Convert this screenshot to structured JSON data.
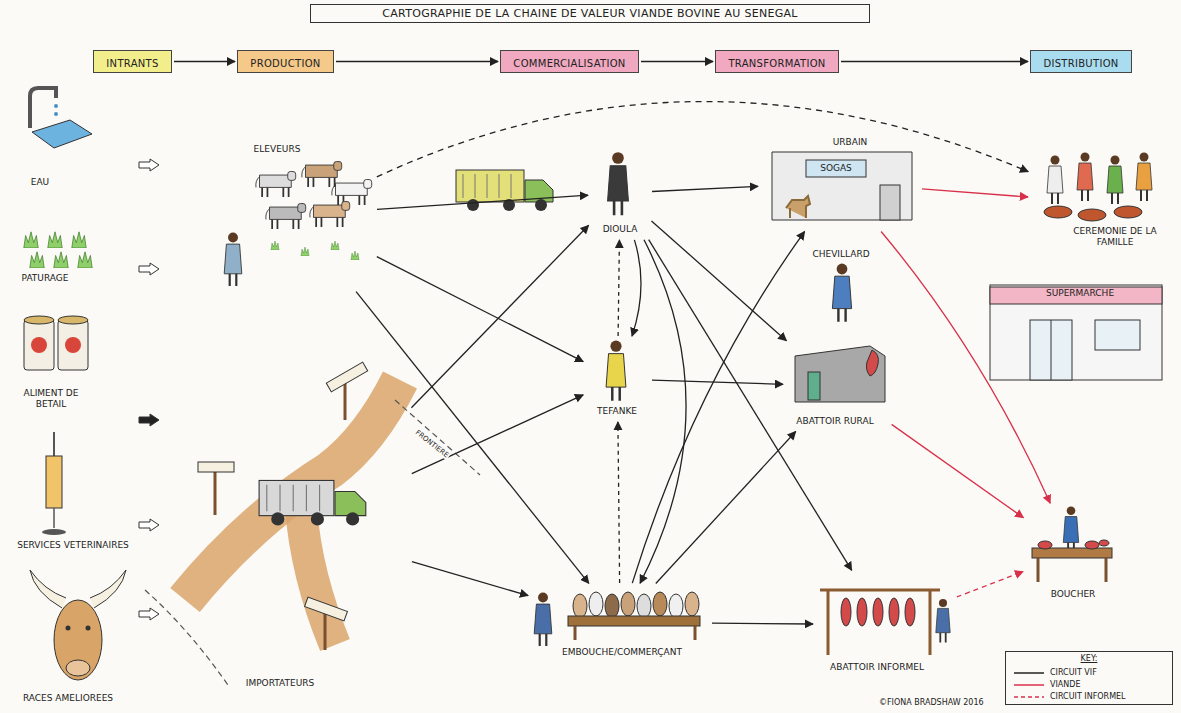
{
  "diagram": {
    "title": "CARTOGRAPHIE DE LA CHAINE DE VALEUR VIANDE BOVINE AU SENEGAL",
    "nodes": [
      {
        "text": [
          "INTRANTS"
        ]
      },
      {
        "text": [
          "PRODUCTION"
        ]
      },
      {
        "text": [
          "COMMERCIALISATION"
        ]
      },
      {
        "text": [
          "TRANSFORMATION"
        ]
      },
      {
        "text": [
          "DISTRIBUTION"
        ]
      },
      {
        "text": [
          "EAU"
        ]
      },
      {
        "text": [
          "PATURAGE"
        ]
      },
      {
        "text": [
          "ALIMENT DE BETAIL"
        ]
      },
      {
        "text": [
          "SERVICES VETERINAIRES"
        ]
      },
      {
        "text": [
          "RACES AMELIOREES"
        ]
      },
      {
        "text": [
          "ELEVEURS"
        ]
      },
      {
        "text": [
          "IMPORTATEURS"
        ]
      },
      {
        "text": [
          "DIOULA"
        ]
      },
      {
        "text": [
          "TEFANKE"
        ]
      },
      {
        "text": [
          "EMBOUCHE/COMMERÇANT"
        ]
      },
      {
        "text": [
          "URBAIN",
          "SOGAS"
        ]
      },
      {
        "text": [
          "CHEVILLARD"
        ]
      },
      {
        "text": [
          "ABATTOIR RURAL"
        ]
      },
      {
        "text": [
          "ABATTOIR INFORMEL"
        ]
      },
      {
        "text": [
          "CEREMONIE DE LA FAMILLE"
        ]
      },
      {
        "text": [
          "SUPERMARCHE"
        ]
      },
      {
        "text": [
          "BOUCHER"
        ]
      }
    ],
    "edges": [
      {
        "from": 0,
        "to": 1,
        "arrow": "to"
      },
      {
        "from": 1,
        "to": 2,
        "arrow": "to"
      },
      {
        "from": 2,
        "to": 3,
        "arrow": "to"
      },
      {
        "from": 3,
        "to": 4,
        "arrow": "to"
      },
      {
        "from": 10,
        "to": 12,
        "arrow": "to"
      },
      {
        "from": 10,
        "to": 19,
        "arrow": "to"
      },
      {
        "from": 10,
        "to": 13,
        "arrow": "to"
      },
      {
        "from": 10,
        "to": 14,
        "arrow": "to"
      },
      {
        "from": 11,
        "to": 12,
        "arrow": "to"
      },
      {
        "from": 11,
        "to": 13,
        "arrow": "to"
      },
      {
        "from": 11,
        "to": 14,
        "arrow": "to"
      },
      {
        "from": 12,
        "to": 13,
        "arrow": "to"
      },
      {
        "from": 13,
        "to": 12,
        "arrow": "to"
      },
      {
        "from": 14,
        "to": 13,
        "arrow": "to"
      },
      {
        "from": 12,
        "to": 15,
        "arrow": "to"
      },
      {
        "from": 12,
        "to": 17,
        "arrow": "to"
      },
      {
        "from": 12,
        "to": 18,
        "arrow": "to"
      },
      {
        "from": 12,
        "to": 14,
        "arrow": "to"
      },
      {
        "from": 13,
        "to": 17,
        "arrow": "to"
      },
      {
        "from": 14,
        "to": 15,
        "arrow": "to"
      },
      {
        "from": 14,
        "to": 17,
        "arrow": "to"
      },
      {
        "from": 14,
        "to": 18,
        "arrow": "to"
      },
      {
        "from": 15,
        "to": 19,
        "arrow": "to"
      },
      {
        "from": 15,
        "to": 21,
        "arrow": "to"
      },
      {
        "from": 17,
        "to": 21,
        "arrow": "to"
      },
      {
        "from": 18,
        "to": 21,
        "arrow": "to"
      }
    ],
    "labels": [
      "FRONTIERE",
      "KEY:",
      "©FIONA BRADSHAW 2016"
    ],
    "legend": [
      {
        "text": "CIRCUIT VIF"
      },
      {
        "text": "VIANDE"
      },
      {
        "text": "CIRCUIT INFORMEL"
      }
    ]
  }
}
